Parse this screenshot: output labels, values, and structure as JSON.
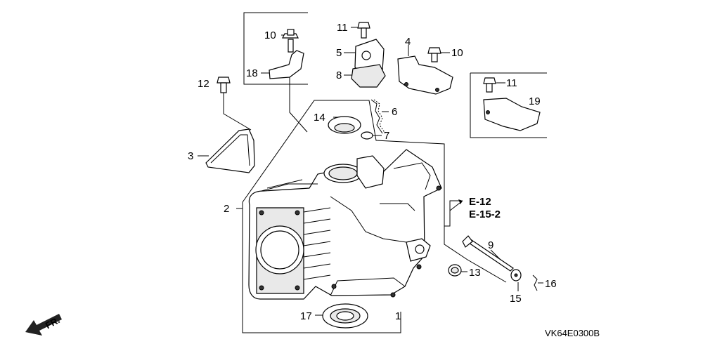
{
  "diagram": {
    "code": "VK64E0300B",
    "front_marker": "FR.",
    "references": [
      "E-12",
      "E-15-2"
    ],
    "parts": {
      "p1": "1",
      "p2": "2",
      "p3": "3",
      "p4": "4",
      "p5": "5",
      "p6": "6",
      "p7": "7",
      "p8": "8",
      "p9": "9",
      "p10a": "10",
      "p10b": "10",
      "p11a": "11",
      "p11b": "11",
      "p12": "12",
      "p13": "13",
      "p14": "14",
      "p15": "15",
      "p16": "16",
      "p17": "17",
      "p18": "18",
      "p19": "19"
    }
  }
}
